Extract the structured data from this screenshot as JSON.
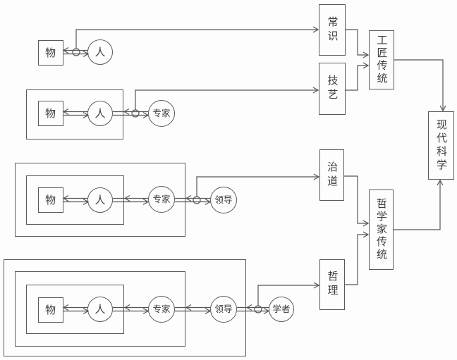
{
  "colors": {
    "line": "#555555",
    "text": "#3d3d3d",
    "background": "#fdfdfd"
  },
  "nodes": {
    "thing": "物",
    "person": "人",
    "expert": "专家",
    "leader": "领导",
    "scholar": "学者"
  },
  "knowledge": {
    "common_sense": "常识",
    "craft": "技艺",
    "statecraft": "治道",
    "philosophy": "哲理"
  },
  "traditions": {
    "craftsman": "工匠传统",
    "philosopher": "哲学家传统"
  },
  "outcome": {
    "modern_science": "现代科学"
  }
}
